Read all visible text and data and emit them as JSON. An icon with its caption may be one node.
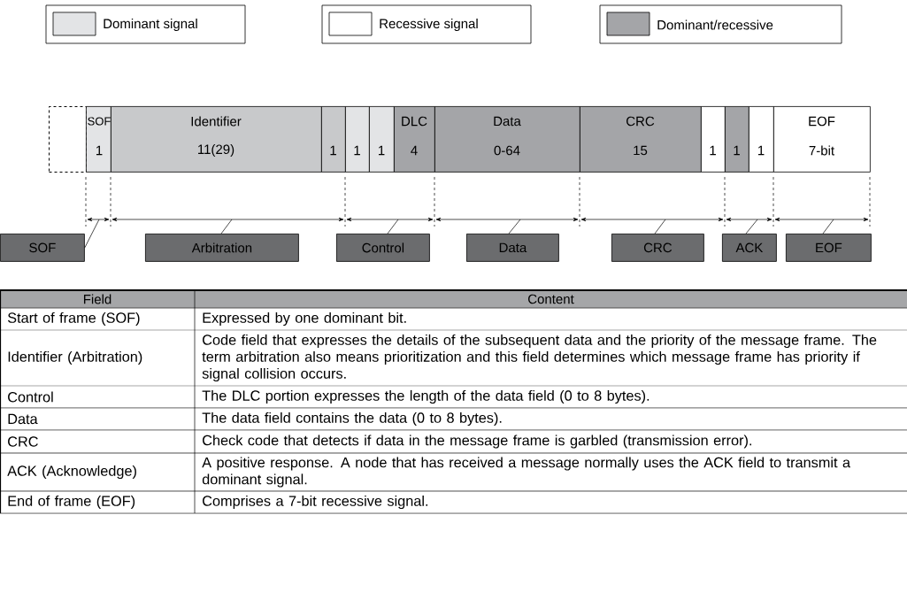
{
  "diagram": {
    "nodes": [
      {
        "text": [],
        "shape": "box"
      },
      {
        "text": [
          "SOF",
          "1"
        ]
      },
      {
        "text": [
          "Identifier",
          "11(29)"
        ]
      },
      {
        "text": [
          "1"
        ]
      },
      {
        "text": [
          "1"
        ]
      },
      {
        "text": [
          "1"
        ]
      },
      {
        "text": [
          "DLC",
          "4"
        ]
      },
      {
        "text": [
          "Data",
          "0-64"
        ]
      },
      {
        "text": [
          "CRC",
          "15"
        ]
      },
      {
        "text": [
          "1"
        ]
      },
      {
        "text": [
          "1"
        ]
      },
      {
        "text": [
          "1"
        ]
      },
      {
        "text": [
          "EOF",
          "7-bit"
        ]
      },
      {
        "text": [
          "SOF"
        ]
      },
      {
        "text": [
          "Arbitration"
        ]
      },
      {
        "text": [
          "Control"
        ]
      },
      {
        "text": [
          "Data"
        ]
      },
      {
        "text": [
          "CRC"
        ]
      },
      {
        "text": [
          "ACK"
        ]
      },
      {
        "text": [
          "EOF"
        ]
      }
    ],
    "edges": [
      {
        "from": 13,
        "to": null,
        "arrow": "none"
      },
      {
        "from": 14,
        "to": null,
        "arrow": "none"
      },
      {
        "from": 15,
        "to": null,
        "arrow": "none"
      },
      {
        "from": 16,
        "to": null,
        "arrow": "none"
      },
      {
        "from": 17,
        "to": null,
        "arrow": "none"
      },
      {
        "from": 18,
        "to": null,
        "arrow": "none"
      },
      {
        "from": 19,
        "to": null,
        "arrow": "none"
      }
    ],
    "labels": [
      "Field",
      "Content",
      "Start of frame (SOF)",
      "Expressed by one dominant bit.",
      "Identifier (Arbitration)",
      "Code field that expresses the details of the subsequent data and the priority of the message frame. The term arbitration also means prioritization and this field determines which message frame has priority if signal collision occurs.",
      "Control",
      "The DLC portion expresses the length of the data field (0 to 8 bytes).",
      "Data",
      "The data field contains the data (0 to 8 bytes).",
      "CRC",
      "Check code that detects if data in the message frame is garbled (transmission error).",
      "ACK (Acknowledge)",
      "A positive response. A node that has received a message normally uses the ACK field to transmit a dominant signal.",
      "End of frame (EOF)",
      "Comprises a 7-bit recessive signal."
    ],
    "legend": [
      {
        "text": "Dominant signal",
        "color": "#e3e4e6"
      },
      {
        "text": "Recessive signal"
      },
      {
        "text": "Dominant/recessive",
        "color": "#a4a5a8"
      }
    ]
  }
}
